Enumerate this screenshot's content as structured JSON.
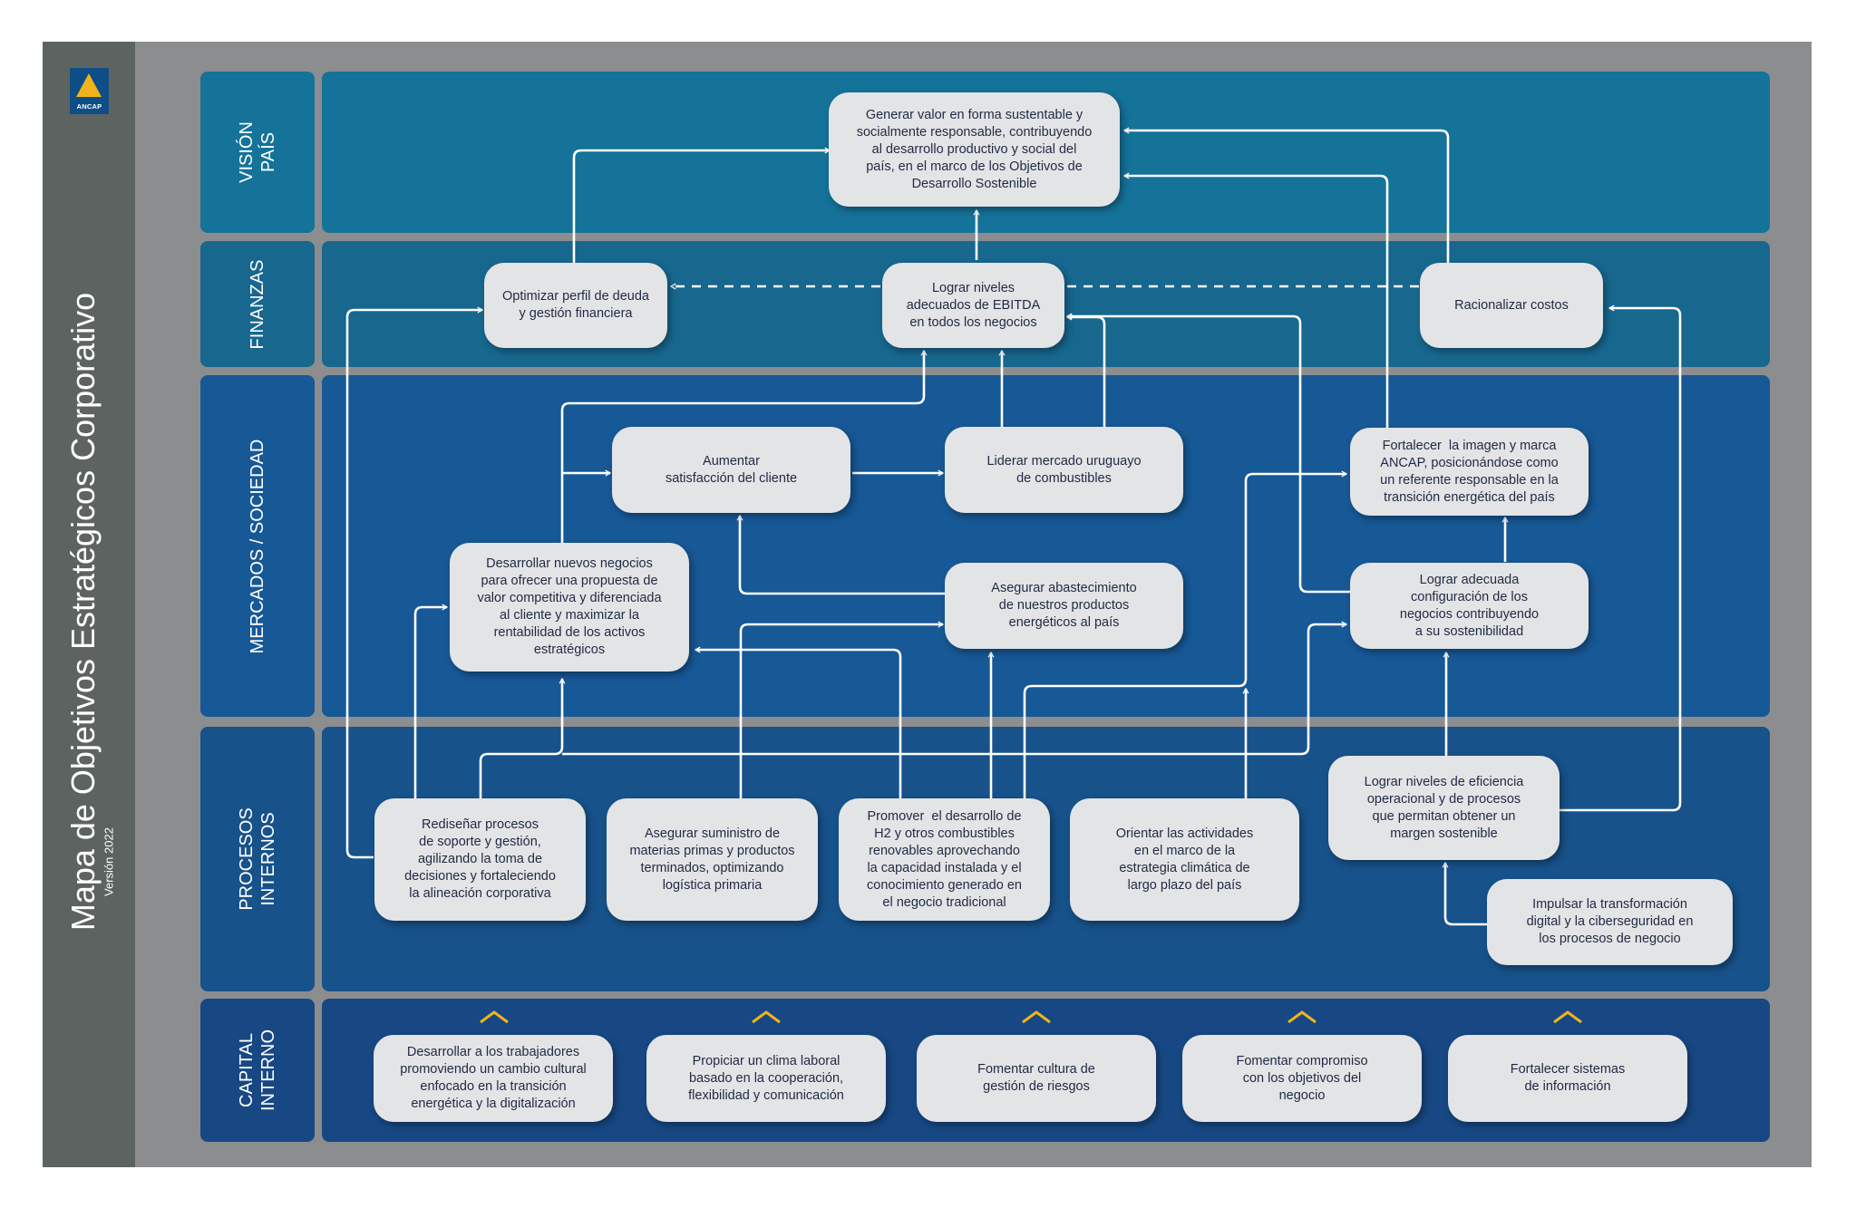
{
  "sidebar": {
    "title": "Mapa de Objetivos Estratégicos Corporativo",
    "version": "Versión 2022",
    "logo_text": "ANCAP",
    "logo_colors": {
      "background": "#0e4e86",
      "triangle": "#f2b31a"
    }
  },
  "perspectives": {
    "vision": "VISIÓN\nPAÍS",
    "finanzas": "FINANZAS",
    "mercados": "MERCADOS / SOCIEDAD",
    "procesos": "PROCESOS\nINTERNOS",
    "capital": "CAPITAL\nINTERNO"
  },
  "colors": {
    "vision": "#157299",
    "finanzas": "#17678f",
    "mercados": "#175896",
    "procesos": "#17528b",
    "capital": "#174884",
    "box": "#e3e4e6",
    "box_text": "#1f2a44",
    "arrow": "#ffffff",
    "chevron": "#f2b31a"
  },
  "objectives": {
    "vision_valor": "Generar valor en forma sustentable y\nsocialmente responsable, contribuyendo\nal desarrollo productivo y social del\npaís, en el marco de los Objetivos de\nDesarrollo Sostenible",
    "deuda": "Optimizar perfil de deuda\ny gestión financiera",
    "ebitda": "Lograr niveles\nadecuados de EBITDA\nen todos los negocios",
    "costos": "Racionalizar costos",
    "satisfaccion": "Aumentar\nsatisfacción del cliente",
    "liderar": "Liderar mercado uruguayo\nde combustibles",
    "imagen": "Fortalecer  la imagen y marca\nANCAP, posicionándose como\nun referente responsable en la\ntransición energética del país",
    "nuevos_negocios": "Desarrollar nuevos negocios\npara ofrecer una propuesta de\nvalor competitiva y diferenciada\nal cliente y maximizar la\nrentabilidad de los activos\nestratégicos",
    "abastecimiento": "Asegurar abastecimiento\nde nuestros productos\nenergéticos al país",
    "configuracion": "Lograr adecuada\nconfiguración de los\nnegocios contribuyendo\na su sostenibilidad",
    "redisenar": "Rediseñar procesos\nde soporte y gestión,\nagilizando la toma de\ndecisiones y fortaleciendo\nla alineación corporativa",
    "suministro": "Asegurar suministro de\nmaterias primas y productos\nterminados, optimizando\nlogística primaria",
    "h2": "Promover  el desarrollo de\nH2 y otros combustibles\nrenovables aprovechando\nla capacidad instalada y el\nconocimiento generado en\nel negocio tradicional",
    "climatica": "Orientar las actividades\nen el marco de la\nestrategia climática de\nlargo plazo del país",
    "eficiencia": "Lograr niveles de eficiencia\noperacional y de procesos\nque permitan obtener un\nmargen sostenible",
    "digital": "Impulsar la transformación\ndigital y la ciberseguridad en\nlos procesos de negocio",
    "trabajadores": "Desarrollar a los trabajadores\npromoviendo un cambio cultural\nenfocado en la transición\nenergética y la digitalización",
    "clima_laboral": "Propiciar un clima laboral\nbasado en la cooperación,\nflexibilidad y comunicación",
    "riesgos": "Fomentar cultura de\ngestión de riesgos",
    "compromiso": "Fomentar compromiso\ncon los objetivos del\nnegocio",
    "sistemas": "Fortalecer sistemas\nde información"
  }
}
